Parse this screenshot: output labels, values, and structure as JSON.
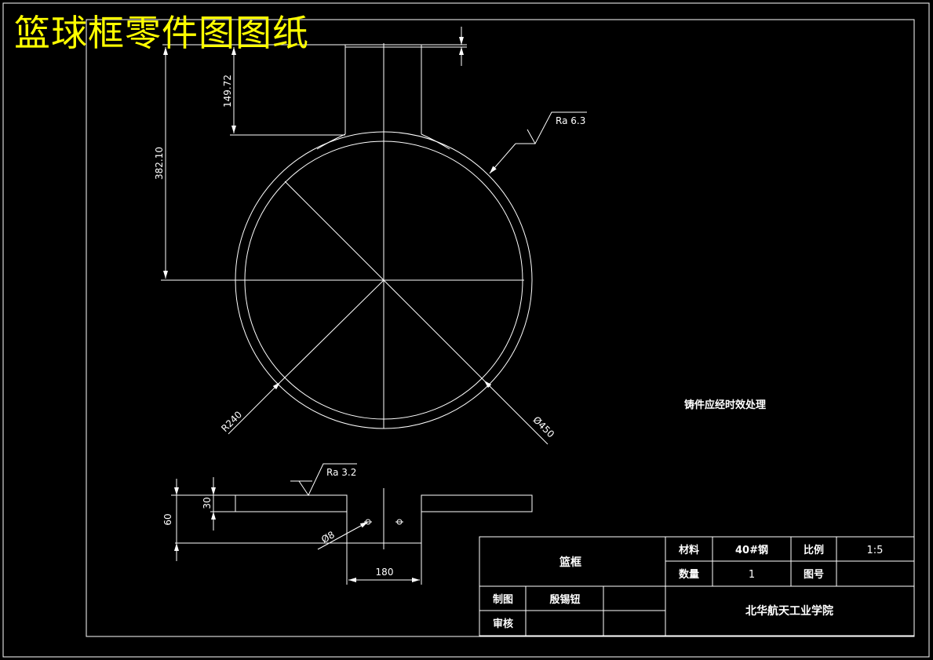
{
  "title": "篮球框零件图图纸",
  "colors": {
    "background": "#000000",
    "linework": "#ffffff",
    "title": "#ffff00"
  },
  "drawing": {
    "top_view": {
      "dim_height_total": "382.10",
      "dim_height_neck": "149.72",
      "dim_radius": "R240",
      "dim_diameter": "Ø450",
      "roughness": "Ra 6.3"
    },
    "section_view": {
      "dim_height": "60",
      "dim_thickness": "30",
      "dim_width": "180",
      "dim_hole": "Ø8",
      "roughness": "Ra 3.2"
    },
    "note": "铸件应经时效处理"
  },
  "title_block": {
    "part_name": "篮框",
    "material_label": "材料",
    "material_value": "40#钢",
    "scale_label": "比例",
    "scale_value": "1:5",
    "quantity_label": "数量",
    "quantity_value": "1",
    "drawing_no_label": "图号",
    "drawing_no_value": "",
    "drawn_by_label": "制图",
    "drawn_by_value": "殷锡钮",
    "checked_by_label": "审核",
    "checked_by_value": "",
    "school": "北华航天工业学院"
  }
}
